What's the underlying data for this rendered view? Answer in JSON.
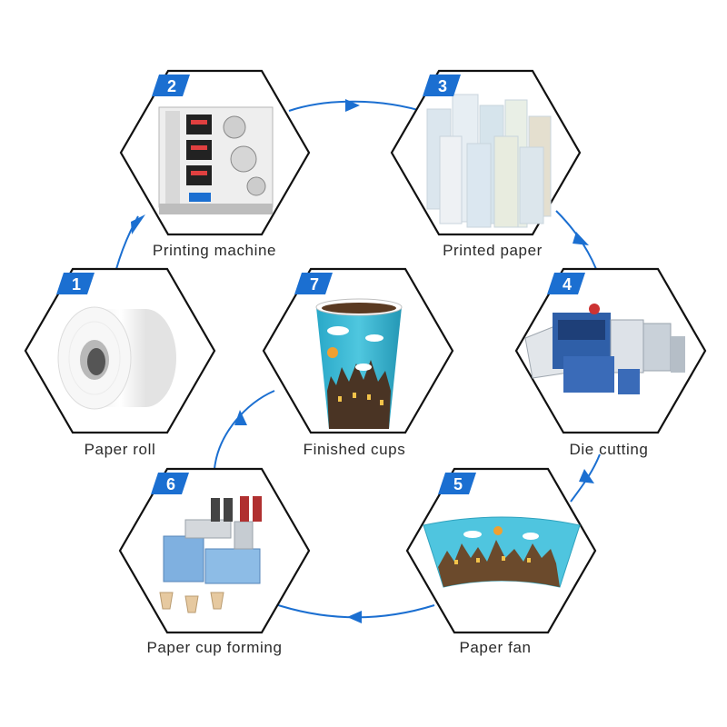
{
  "accent_color": "#1b6fd1",
  "outline_color": "#111111",
  "steps": [
    {
      "number": "1",
      "label": "Paper roll",
      "icon": "paper-roll-icon"
    },
    {
      "number": "2",
      "label": "Printing machine",
      "icon": "printing-machine-icon"
    },
    {
      "number": "3",
      "label": "Printed paper",
      "icon": "printed-paper-icon"
    },
    {
      "number": "4",
      "label": "Die cutting",
      "icon": "die-cutting-machine-icon"
    },
    {
      "number": "5",
      "label": "Paper fan",
      "icon": "paper-fan-icon"
    },
    {
      "number": "6",
      "label": "Paper cup forming",
      "icon": "cup-forming-machine-icon"
    },
    {
      "number": "7",
      "label": "Finished cups",
      "icon": "finished-cup-icon"
    }
  ]
}
